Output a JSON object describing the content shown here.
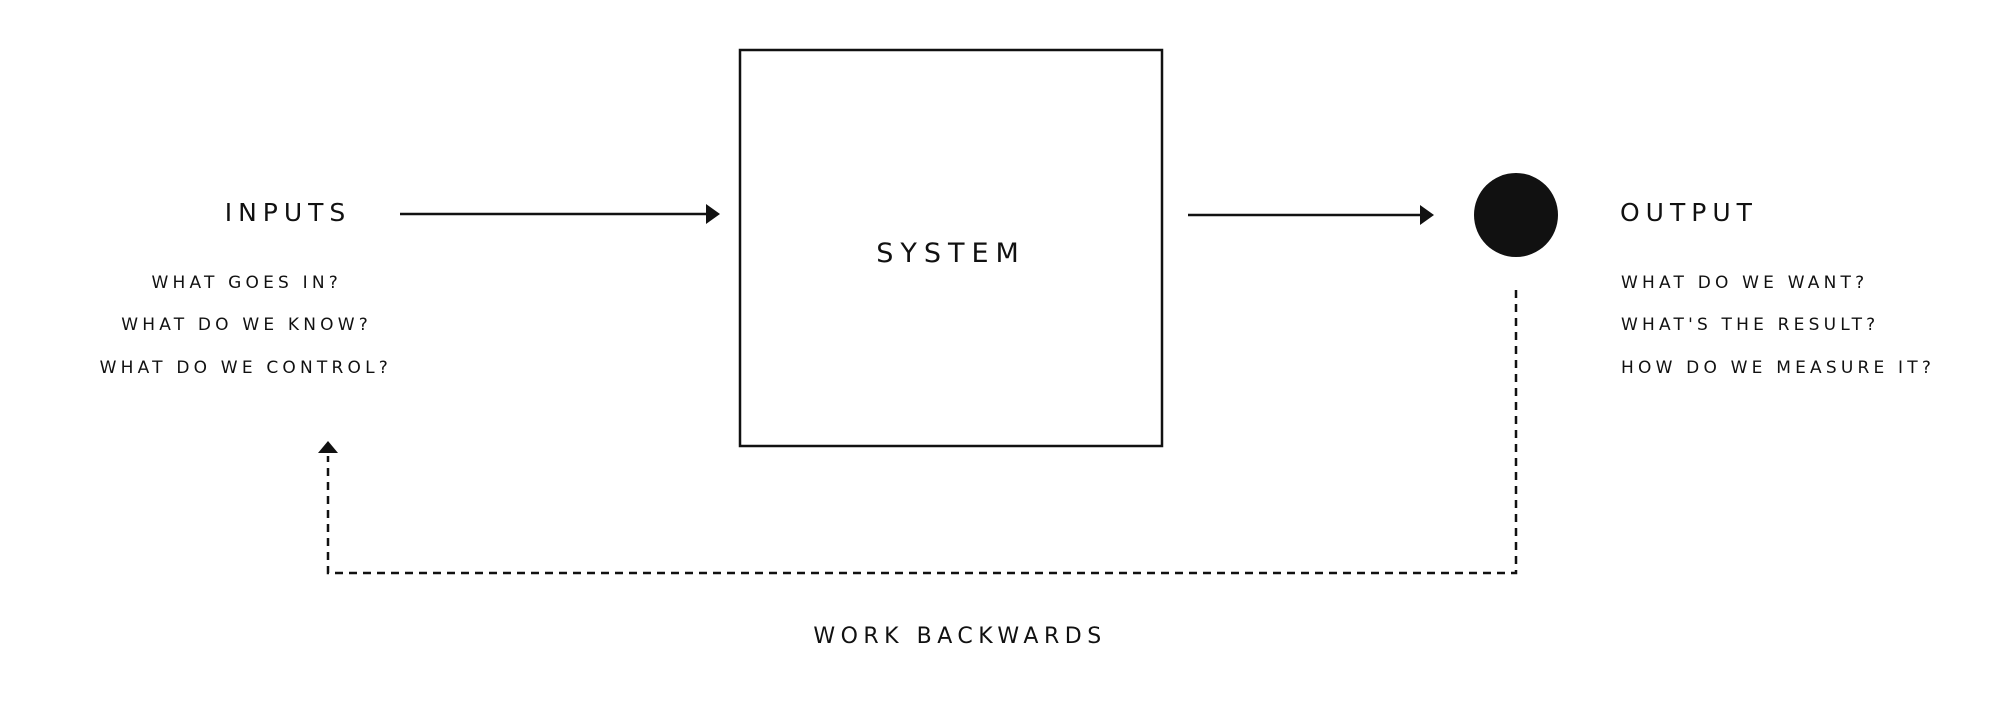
{
  "diagram": {
    "inputs": {
      "heading": "INPUTS",
      "questions": [
        "WHAT GOES IN?",
        "WHAT DO WE KNOW?",
        "WHAT DO WE CONTROL?"
      ]
    },
    "system": {
      "label": "SYSTEM"
    },
    "output": {
      "heading": "OUTPUT",
      "questions": [
        "WHAT DO WE WANT?",
        "WHAT'S THE RESULT?",
        "HOW DO WE MEASURE IT?"
      ]
    },
    "feedback": {
      "label": "WORK BACKWARDS"
    },
    "colors": {
      "stroke": "#111111",
      "background": "#ffffff"
    }
  }
}
